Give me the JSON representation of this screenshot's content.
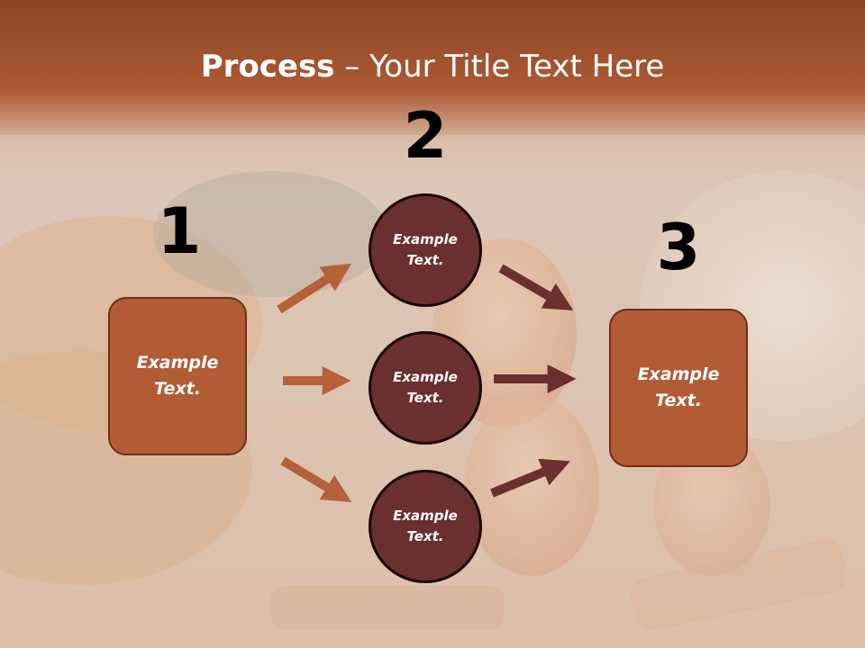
{
  "title": {
    "bold": "Process",
    "rest": " – Your Title Text Here"
  },
  "steps": {
    "one": "1",
    "two": "2",
    "three": "3"
  },
  "left_box": {
    "line1": "Example",
    "line2": "Text."
  },
  "right_box": {
    "line1": "Example",
    "line2": "Text."
  },
  "circles": [
    {
      "line1": "Example",
      "line2": "Text."
    },
    {
      "line1": "Example",
      "line2": "Text."
    },
    {
      "line1": "Example",
      "line2": "Text."
    }
  ],
  "colors": {
    "header": "#a85530",
    "box_fill": "#b25c35",
    "circle_fill": "#6a2f2f",
    "arrow_left": "#b5613a",
    "arrow_right": "#6a2f2f"
  }
}
